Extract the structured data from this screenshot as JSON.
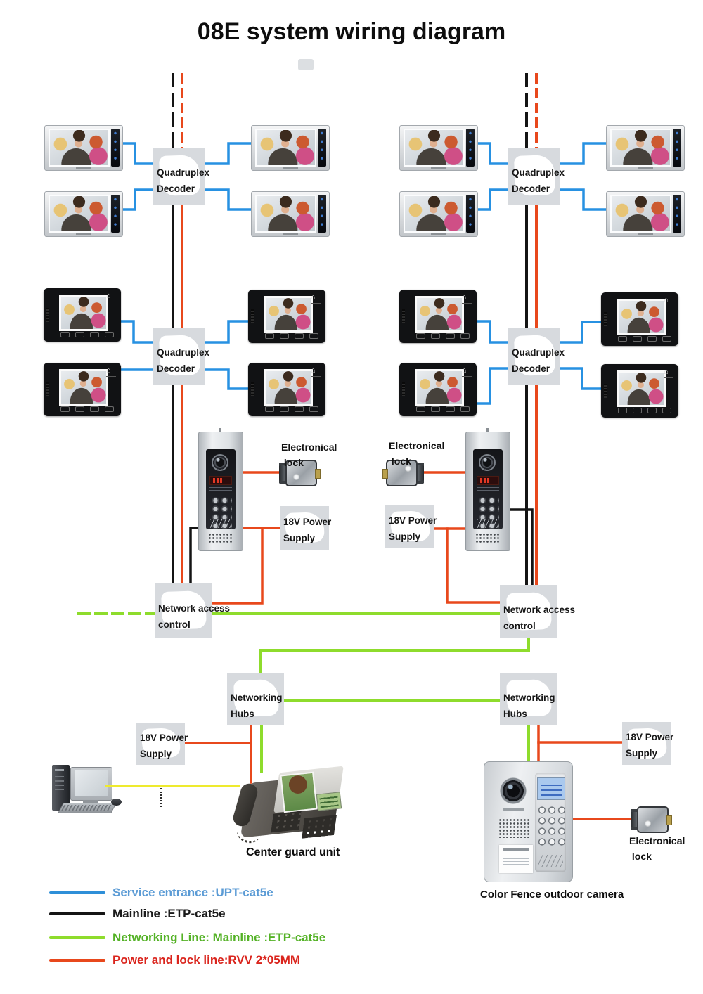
{
  "title": "08E system wiring diagram",
  "nodes": {
    "quadruplex_decoder": "Quadruplex\nDecoder",
    "network_access_control": "Network access\ncontrol",
    "networking_hubs": "Networking\nHubs",
    "power_supply_18v": "18V Power\nSupply",
    "electronical_lock": "Electronical\n lock",
    "center_guard_unit": "Center guard unit",
    "color_fence_outdoor_camera": "Color Fence outdoor camera"
  },
  "icons": {
    "home": "⌂"
  },
  "wire_colors": {
    "service_entrance": "#2791e2",
    "mainline": "#141414",
    "networking": "#8edc2c",
    "power_lock": "#e8481c",
    "pc_link": "#eeea2e"
  },
  "legend": {
    "items": [
      {
        "label": "Service entrance :UPT-cat5e",
        "line_color": "#2e8fd8",
        "text_color": "#5b9bd5"
      },
      {
        "label": "Mainline :ETP-cat5e",
        "line_color": "#141414",
        "text_color": "#1a1a1a"
      },
      {
        "label": "Networking Line: Mainline :ETP-cat5e",
        "line_color": "#8edc2c",
        "text_color": "#54b226"
      },
      {
        "label": "Power and lock line:RVV 2*05MM",
        "line_color": "#e8481c",
        "text_color": "#da251d"
      }
    ]
  }
}
